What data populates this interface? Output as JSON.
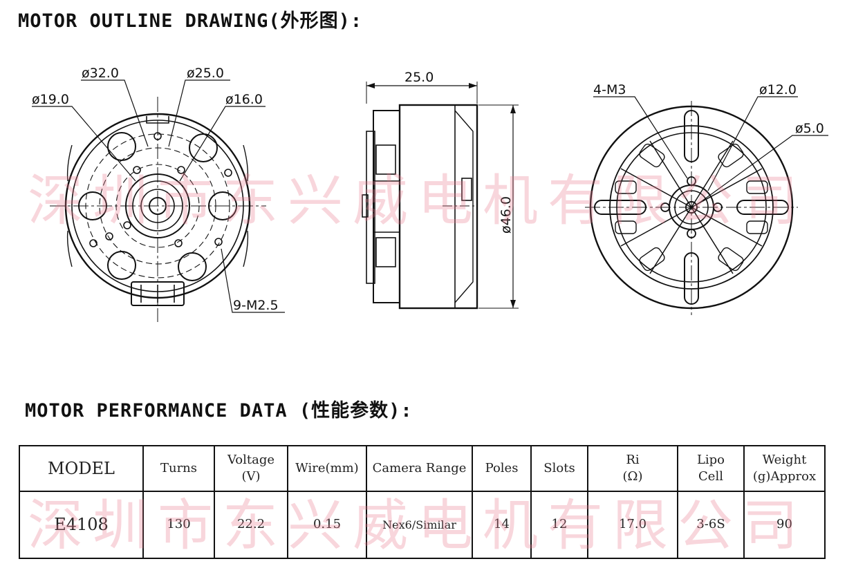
{
  "headings": {
    "outline": "MOTOR OUTLINE DRAWING(外形图):",
    "performance": "MOTOR PERFORMANCE DATA (性能参数):"
  },
  "watermark": "深圳市东兴威电机有限公司",
  "dimensions": {
    "front": {
      "d32": "ø32.0",
      "d25": "ø25.0",
      "d19": "ø19.0",
      "d16": "ø16.0",
      "holes": "9-M2.5"
    },
    "side": {
      "length": "25.0",
      "diameter": "ø46.0"
    },
    "rear": {
      "holes": "4-M3",
      "d12": "ø12.0",
      "d5": "ø5.0"
    }
  },
  "table": {
    "headers": {
      "model": "MODEL",
      "turns": "Turns",
      "voltage": [
        "Voltage",
        "(V)"
      ],
      "wire": "Wire(mm)",
      "camera": "Camera Range",
      "poles": "Poles",
      "slots": "Slots",
      "ri": [
        "Ri",
        "(Ω)"
      ],
      "lipo": [
        "Lipo",
        "Cell"
      ],
      "weight": [
        "Weight",
        "(g)Approx"
      ]
    },
    "row": {
      "model": "E4108",
      "turns": "130",
      "voltage": "22.2",
      "wire": "0.15",
      "camera": "Nex6/Similar",
      "poles": "14",
      "slots": "12",
      "ri": "17.0",
      "lipo": "3-6S",
      "weight": "90"
    }
  },
  "colors": {
    "line": "#111111",
    "watermark": "#e8788c"
  }
}
